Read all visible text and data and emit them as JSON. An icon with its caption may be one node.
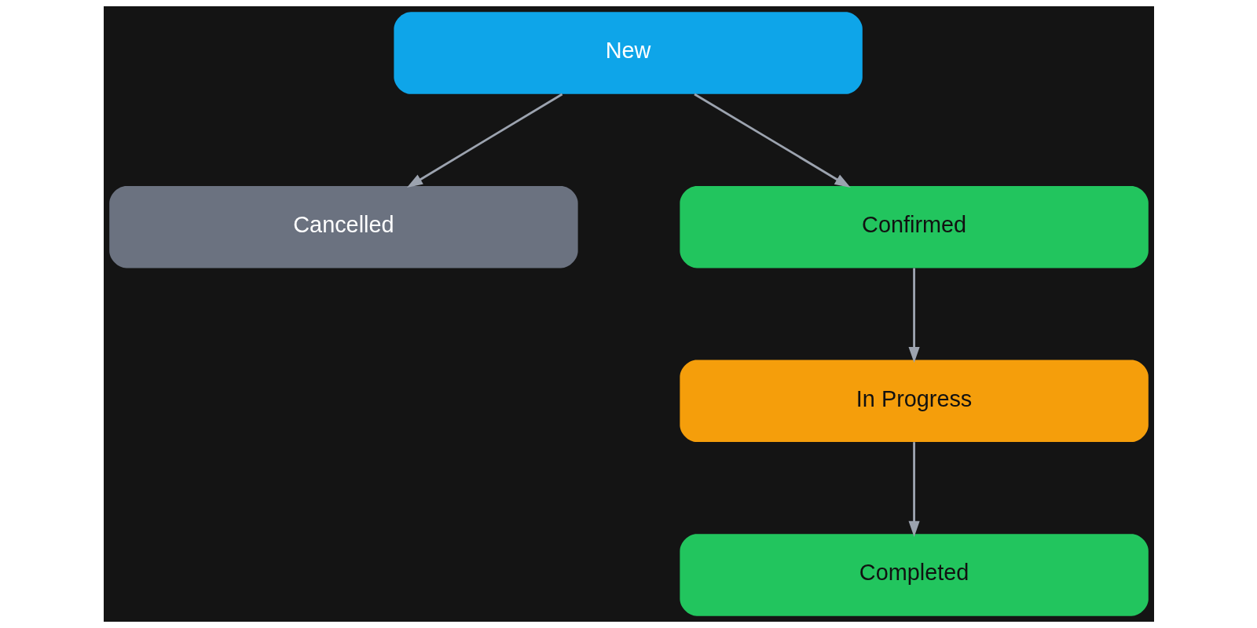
{
  "diagram": {
    "nodes": [
      {
        "text": [
          "New"
        ]
      },
      {
        "text": [
          "Cancelled"
        ]
      },
      {
        "text": [
          "Confirmed"
        ]
      },
      {
        "text": [
          "In Progress"
        ]
      },
      {
        "text": [
          "Completed"
        ]
      }
    ],
    "edges": [
      {
        "from": 0,
        "to": 1,
        "arrow": "to"
      },
      {
        "from": 0,
        "to": 2,
        "arrow": "to"
      },
      {
        "from": 2,
        "to": 3,
        "arrow": "to"
      },
      {
        "from": 3,
        "to": 4,
        "arrow": "to"
      }
    ]
  }
}
